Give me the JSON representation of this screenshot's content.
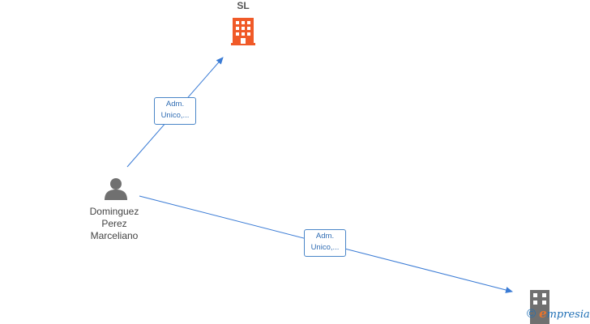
{
  "nodes": {
    "company_sl": {
      "label": "SL",
      "icon": "building-icon",
      "color": "#f05a28"
    },
    "person": {
      "label_lines": [
        "Dominguez",
        "Perez",
        "Marceliano"
      ],
      "icon": "person-icon",
      "color": "#707070"
    },
    "company_other": {
      "icon": "building-icon",
      "color": "#707070"
    }
  },
  "edges": [
    {
      "from": "person",
      "to": "company_sl",
      "label_lines": [
        "Adm.",
        "Unico,..."
      ],
      "color": "#3a7bd5"
    },
    {
      "from": "person",
      "to": "company_other",
      "label_lines": [
        "Adm.",
        "Unico,..."
      ],
      "color": "#3a7bd5"
    }
  ],
  "watermark": {
    "symbol": "©",
    "brand_initial": "e",
    "brand_rest": "mpresia"
  }
}
